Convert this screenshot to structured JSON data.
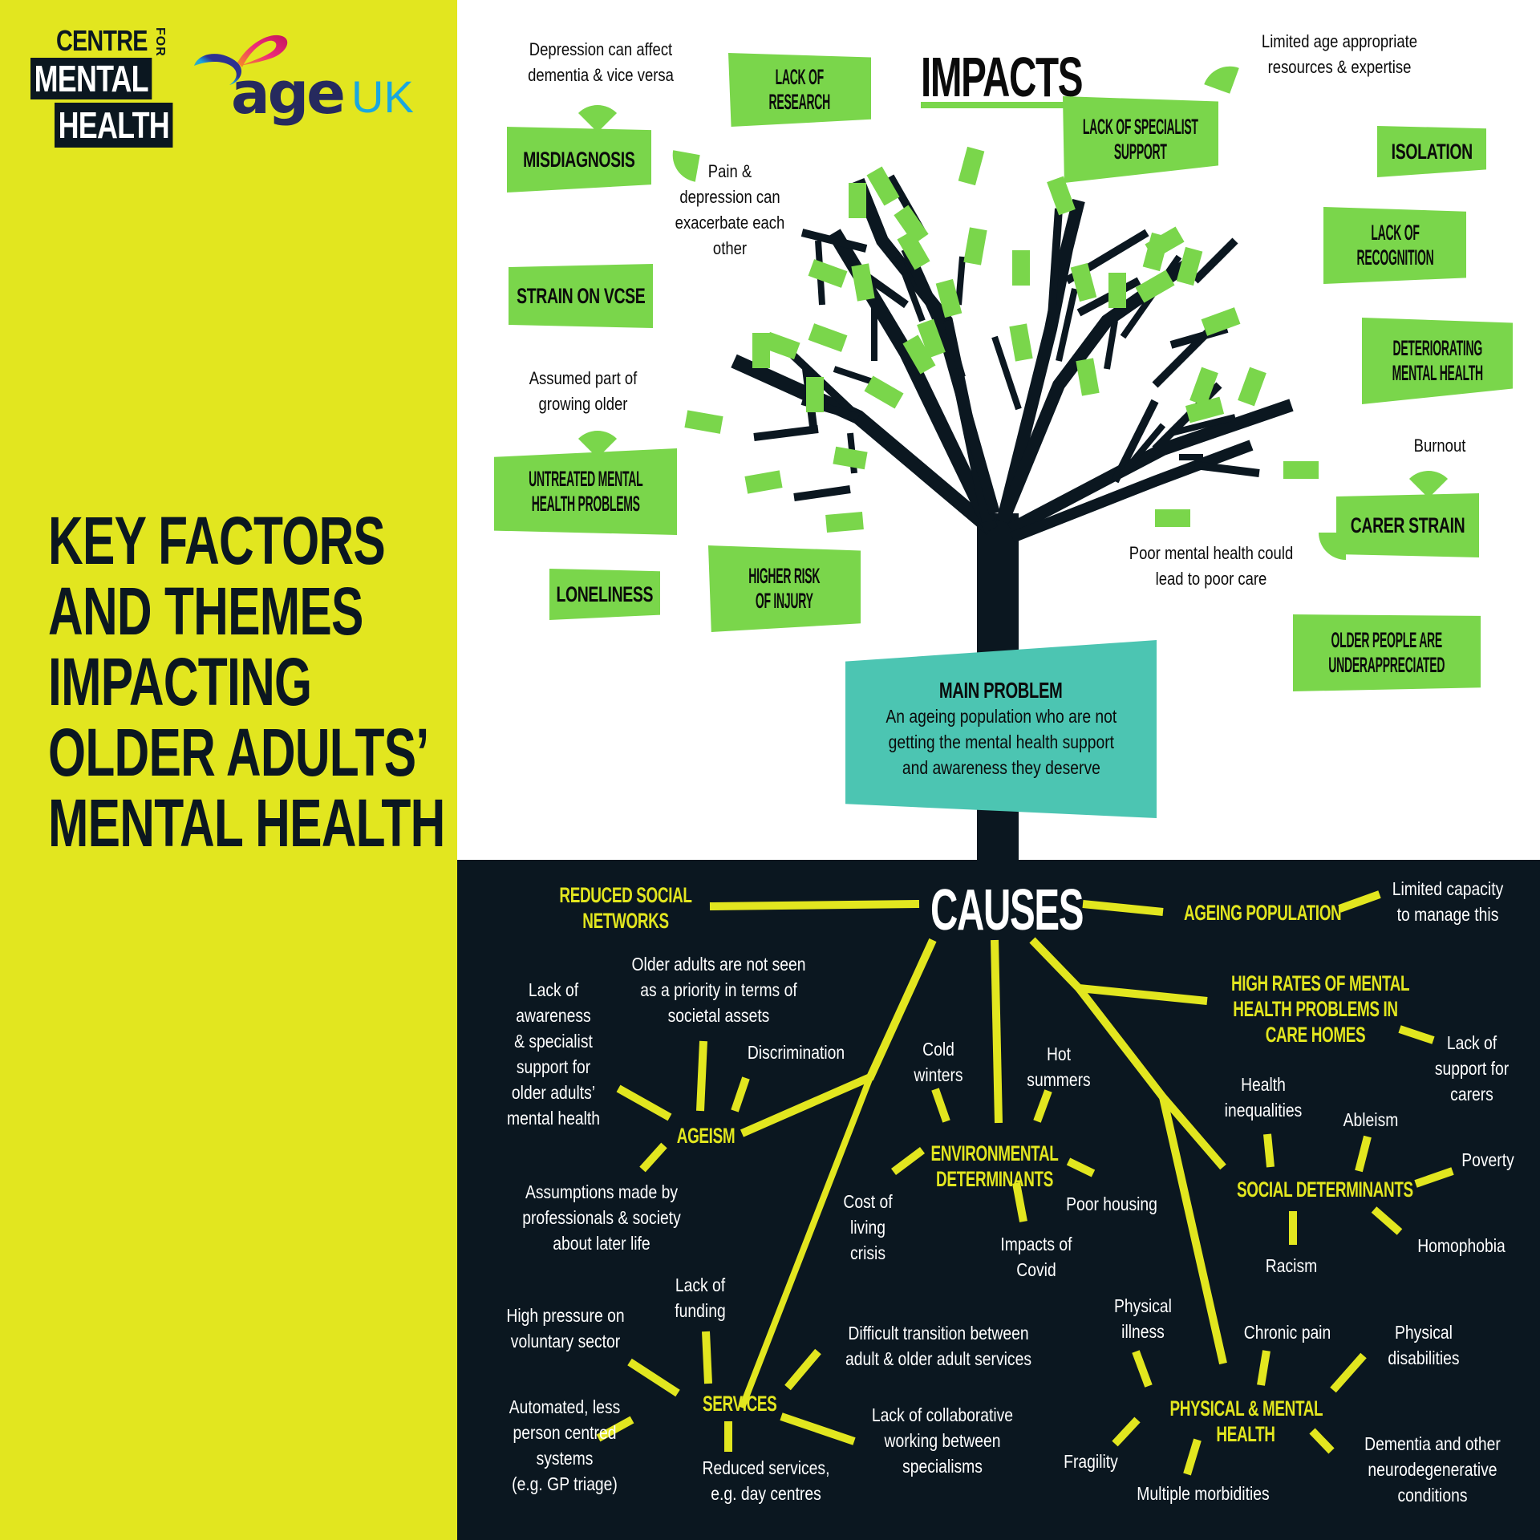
{
  "logos": {
    "cmh": {
      "line1": "CENTRE",
      "for": "FOR",
      "line2": "MENTAL",
      "line3": "HEALTH"
    },
    "ageuk": {
      "age": "age",
      "uk": "UK"
    }
  },
  "title_lines": [
    "KEY FACTORS",
    "AND THEMES",
    "IMPACTING",
    "OLDER ADULTS’",
    "MENTAL HEALTH"
  ],
  "impacts": {
    "heading": "IMPACTS",
    "boxes": [
      {
        "id": "lack-of-research",
        "lines": [
          "LACK OF",
          "RESEARCH"
        ]
      },
      {
        "id": "misdiagnosis",
        "lines": [
          "MISDIAGNOSIS"
        ]
      },
      {
        "id": "strain-on-vcse",
        "lines": [
          "STRAIN ON VCSE"
        ]
      },
      {
        "id": "untreated-mental-health-problems",
        "lines": [
          "UNTREATED MENTAL",
          "HEALTH PROBLEMS"
        ]
      },
      {
        "id": "loneliness",
        "lines": [
          "LONELINESS"
        ]
      },
      {
        "id": "higher-risk-of-injury",
        "lines": [
          "HIGHER RISK",
          "OF INJURY"
        ]
      },
      {
        "id": "lack-of-specialist-support",
        "lines": [
          "LACK OF SPECIALIST",
          "SUPPORT"
        ]
      },
      {
        "id": "isolation",
        "lines": [
          "ISOLATION"
        ]
      },
      {
        "id": "lack-of-recognition",
        "lines": [
          "LACK OF",
          "RECOGNITION"
        ]
      },
      {
        "id": "deteriorating-mental-health",
        "lines": [
          "DETERIORATING",
          "MENTAL HEALTH"
        ]
      },
      {
        "id": "carer-strain",
        "lines": [
          "CARER STRAIN"
        ]
      },
      {
        "id": "older-people-underappreciated",
        "lines": [
          "OLDER PEOPLE ARE",
          "UNDERAPPRECIATED"
        ]
      }
    ],
    "notes": [
      {
        "id": "depression-dementia",
        "lines": [
          "Depression can affect",
          "dementia & vice versa"
        ]
      },
      {
        "id": "pain-depression",
        "lines": [
          "Pain &",
          "depression can",
          "exacerbate each",
          "other"
        ]
      },
      {
        "id": "assumed-part-of-growing-older",
        "lines": [
          "Assumed part of",
          "growing older"
        ]
      },
      {
        "id": "limited-resources",
        "lines": [
          "Limited age appropriate",
          "resources & expertise"
        ]
      },
      {
        "id": "burnout",
        "lines": [
          "Burnout"
        ]
      },
      {
        "id": "poor-care",
        "lines": [
          "Poor mental health could",
          "lead to poor care"
        ]
      }
    ]
  },
  "main_problem": {
    "title": "MAIN PROBLEM",
    "lines": [
      "An ageing population who are not",
      "getting the mental health support",
      "and awareness they deserve"
    ]
  },
  "causes": {
    "heading": "CAUSES",
    "categories": [
      {
        "id": "reduced-social-networks",
        "lines": [
          "REDUCED SOCIAL",
          "NETWORKS"
        ],
        "factors": []
      },
      {
        "id": "ageing-population",
        "lines": [
          "AGEING POPULATION"
        ],
        "factors": [
          [
            "Limited capacity",
            "to manage this"
          ]
        ]
      },
      {
        "id": "high-rates-care-homes",
        "lines": [
          "HIGH RATES OF MENTAL",
          "HEALTH PROBLEMS IN",
          "CARE HOMES"
        ],
        "factors": [
          [
            "Lack of",
            "support for",
            "carers"
          ]
        ]
      },
      {
        "id": "ageism",
        "lines": [
          "AGEISM"
        ],
        "factors": [
          [
            "Lack of",
            "awareness",
            "& specialist",
            "support for",
            "older adults’",
            "mental health"
          ],
          [
            "Older adults are not seen",
            "as a priority in terms of",
            "societal assets"
          ],
          [
            "Discrimination"
          ],
          [
            "Assumptions made by",
            "professionals & society",
            "about later life"
          ]
        ]
      },
      {
        "id": "environmental-determinants",
        "lines": [
          "ENVIRONMENTAL",
          "DETERMINANTS"
        ],
        "factors": [
          [
            "Cold",
            "winters"
          ],
          [
            "Hot",
            "summers"
          ],
          [
            "Cost of",
            "living",
            "crisis"
          ],
          [
            "Poor housing"
          ],
          [
            "Impacts of",
            "Covid"
          ]
        ]
      },
      {
        "id": "social-determinants",
        "lines": [
          "SOCIAL DETERMINANTS"
        ],
        "factors": [
          [
            "Health",
            "inequalities"
          ],
          [
            "Ableism"
          ],
          [
            "Poverty"
          ],
          [
            "Racism"
          ],
          [
            "Homophobia"
          ]
        ]
      },
      {
        "id": "services",
        "lines": [
          "SERVICES"
        ],
        "factors": [
          [
            "Lack of",
            "funding"
          ],
          [
            "High pressure on",
            "voluntary sector"
          ],
          [
            "Difficult transition between",
            "adult & older adult services"
          ],
          [
            "Automated, less",
            "person centred",
            "systems",
            "(e.g. GP triage)"
          ],
          [
            "Reduced services,",
            "e.g. day centres"
          ],
          [
            "Lack of collaborative",
            "working between",
            "specialisms"
          ]
        ]
      },
      {
        "id": "physical-mental-health",
        "lines": [
          "PHYSICAL & MENTAL",
          "HEALTH"
        ],
        "factors": [
          [
            "Physical",
            "illness"
          ],
          [
            "Chronic pain"
          ],
          [
            "Physical",
            "disabilities"
          ],
          [
            "Fragility"
          ],
          [
            "Multiple morbidities"
          ],
          [
            "Dementia and other",
            "neurodegenerative",
            "conditions"
          ]
        ]
      }
    ]
  },
  "colors": {
    "yellow": "#e2e61f",
    "green": "#7ad64b",
    "teal": "#4cc5b2",
    "navy": "#0b1720"
  }
}
